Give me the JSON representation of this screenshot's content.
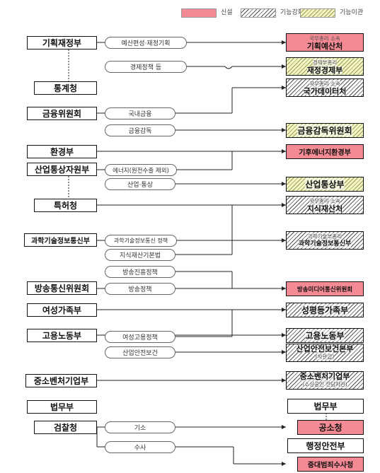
{
  "legend": [
    {
      "key": "new",
      "label": "신설"
    },
    {
      "key": "enh",
      "label": "기능강화"
    },
    {
      "key": "mov",
      "label": "기능이관"
    }
  ],
  "left_orgs": {
    "l1": "기획재정부",
    "l2": "통계청",
    "l3": "금융위원회",
    "l4": "환경부",
    "l5": "산업통상자원부",
    "l6": "특허청",
    "l7": "과학기술정보통신부",
    "l8": "방송통신위원회",
    "l9": "여성가족부",
    "l10": "고용노동부",
    "l11": "중소벤처기업부",
    "l12": "법무부",
    "l13": "검찰청"
  },
  "functions": {
    "f1": "예산편성·재정기획",
    "f2": "경제정책 등",
    "f3": "국내금융",
    "f4": "금융감독",
    "f5": "에너지(원전수출 제외)",
    "f6": "산업·통상",
    "f7": "과학기술정보통신 정책",
    "f8": "지식재산기본법",
    "f9": "방송진흥정책",
    "f10": "방송정책",
    "f11": "여성고용정책",
    "f12": "산업안전보건",
    "f13": "기소",
    "f14": "수사"
  },
  "right_orgs": {
    "r1": {
      "sub": "국무총리 소속",
      "main": "기획예산처",
      "style": "new"
    },
    "r2": {
      "sub": "경제부총리",
      "main": "재정경제부",
      "style": "mov"
    },
    "r3": {
      "sub": "국무총리 소속",
      "main": "국가데이터처",
      "style": "enh"
    },
    "r4": {
      "main": "금융감독위원회",
      "style": "mov"
    },
    "r5": {
      "main": "기후에너지환경부",
      "style": "new"
    },
    "r6": {
      "main": "산업통상부",
      "style": "mov"
    },
    "r7": {
      "sub": "국무총리 소속",
      "main": "지식재산처",
      "style": "enh"
    },
    "r8": {
      "sub": "과학기술부총리",
      "main": "과학기술정보통신부",
      "style": "enh"
    },
    "r9": {
      "main": "방송미디어통신위원회",
      "style": "new"
    },
    "r10": {
      "main": "성평등가족부",
      "style": "enh"
    },
    "r11": {
      "main": "고용노동부",
      "style": "enh"
    },
    "r12": {
      "sub": "(차관급)",
      "main": "산업안전보건본부",
      "style": "enh"
    },
    "r13": {
      "sub": "(소상공인 전담차관)",
      "main": "중소벤처기업부",
      "style": "enh"
    },
    "r14": {
      "main": "법무부",
      "style": "plain"
    },
    "r15": {
      "main": "공소청",
      "style": "new"
    },
    "r16": {
      "main": "행정안전부",
      "style": "plain"
    },
    "r17": {
      "main": "중대범죄수사청",
      "style": "new"
    }
  }
}
